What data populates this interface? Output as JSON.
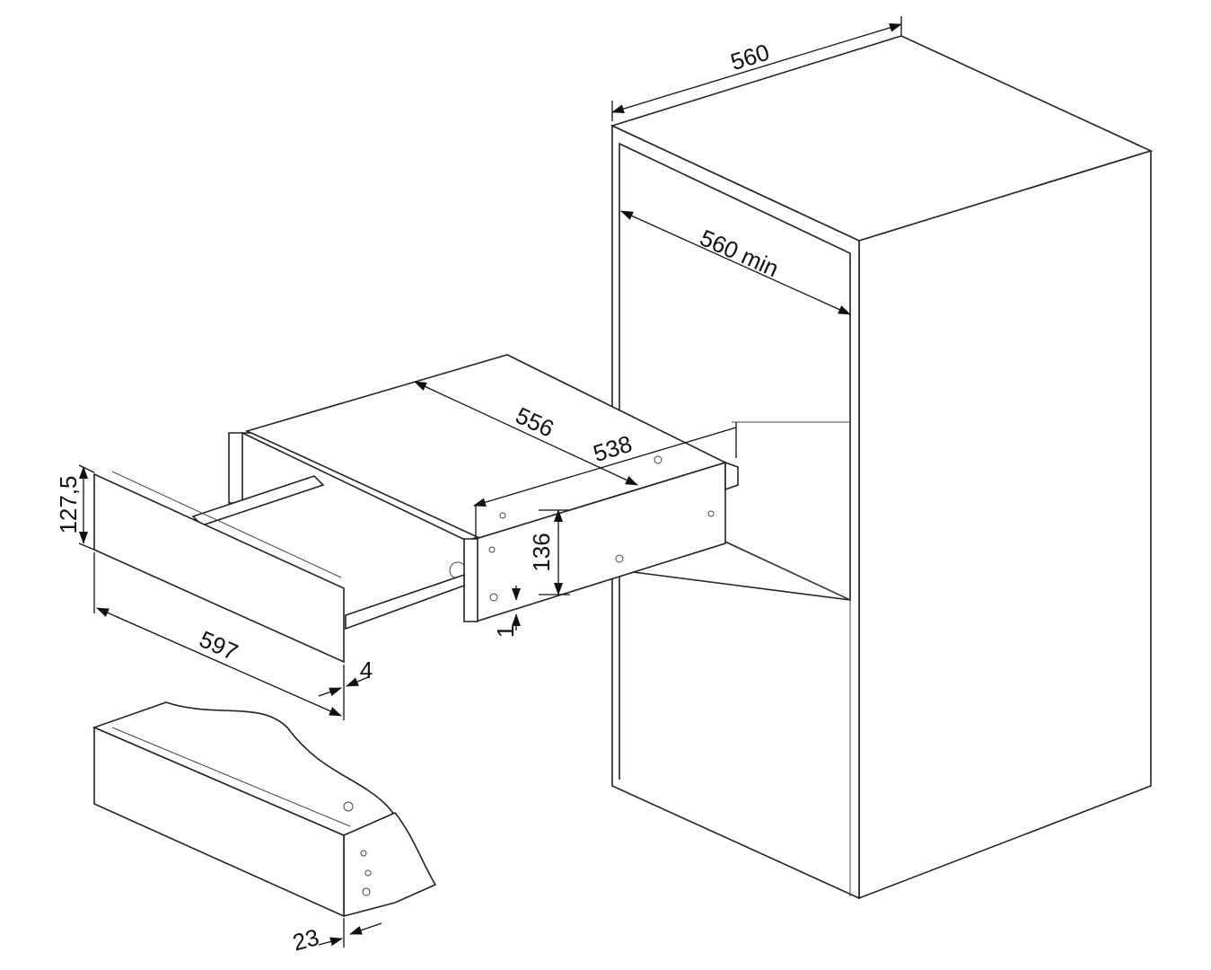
{
  "title": "Built-in warming drawer installation dimensions",
  "dimensions": {
    "cabinet_width": "560",
    "opening_width": "560 min",
    "body_depth": "556",
    "body_inner_depth": "538",
    "front_height": "127,5",
    "body_height": "136",
    "bottom_gap": "1",
    "front_width": "597",
    "front_gap": "4",
    "front_thickness": "23"
  },
  "colors": {
    "line": "#222222",
    "background": "#ffffff"
  }
}
